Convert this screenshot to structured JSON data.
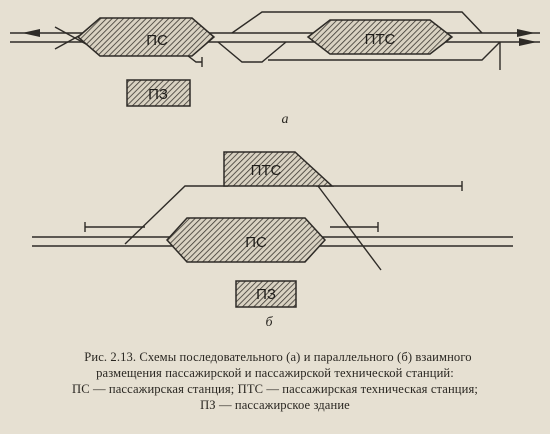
{
  "diagram_a": {
    "label_ps": "ПС",
    "label_pts": "ПТС",
    "label_pz": "ПЗ",
    "sublabel": "а"
  },
  "diagram_b": {
    "label_pts": "ПТС",
    "label_ps": "ПС",
    "label_pz": "ПЗ",
    "sublabel": "б"
  },
  "caption": {
    "line1": "Рис. 2.13. Схемы последовательного (а) и параллельного (б) взаимного",
    "line2": "размещения пассажирской и пассажирской технической станций:",
    "line3": "ПС — пассажирская станция; ПТС — пассажирская техническая станция;",
    "line4": "ПЗ — пассажирское здание"
  }
}
